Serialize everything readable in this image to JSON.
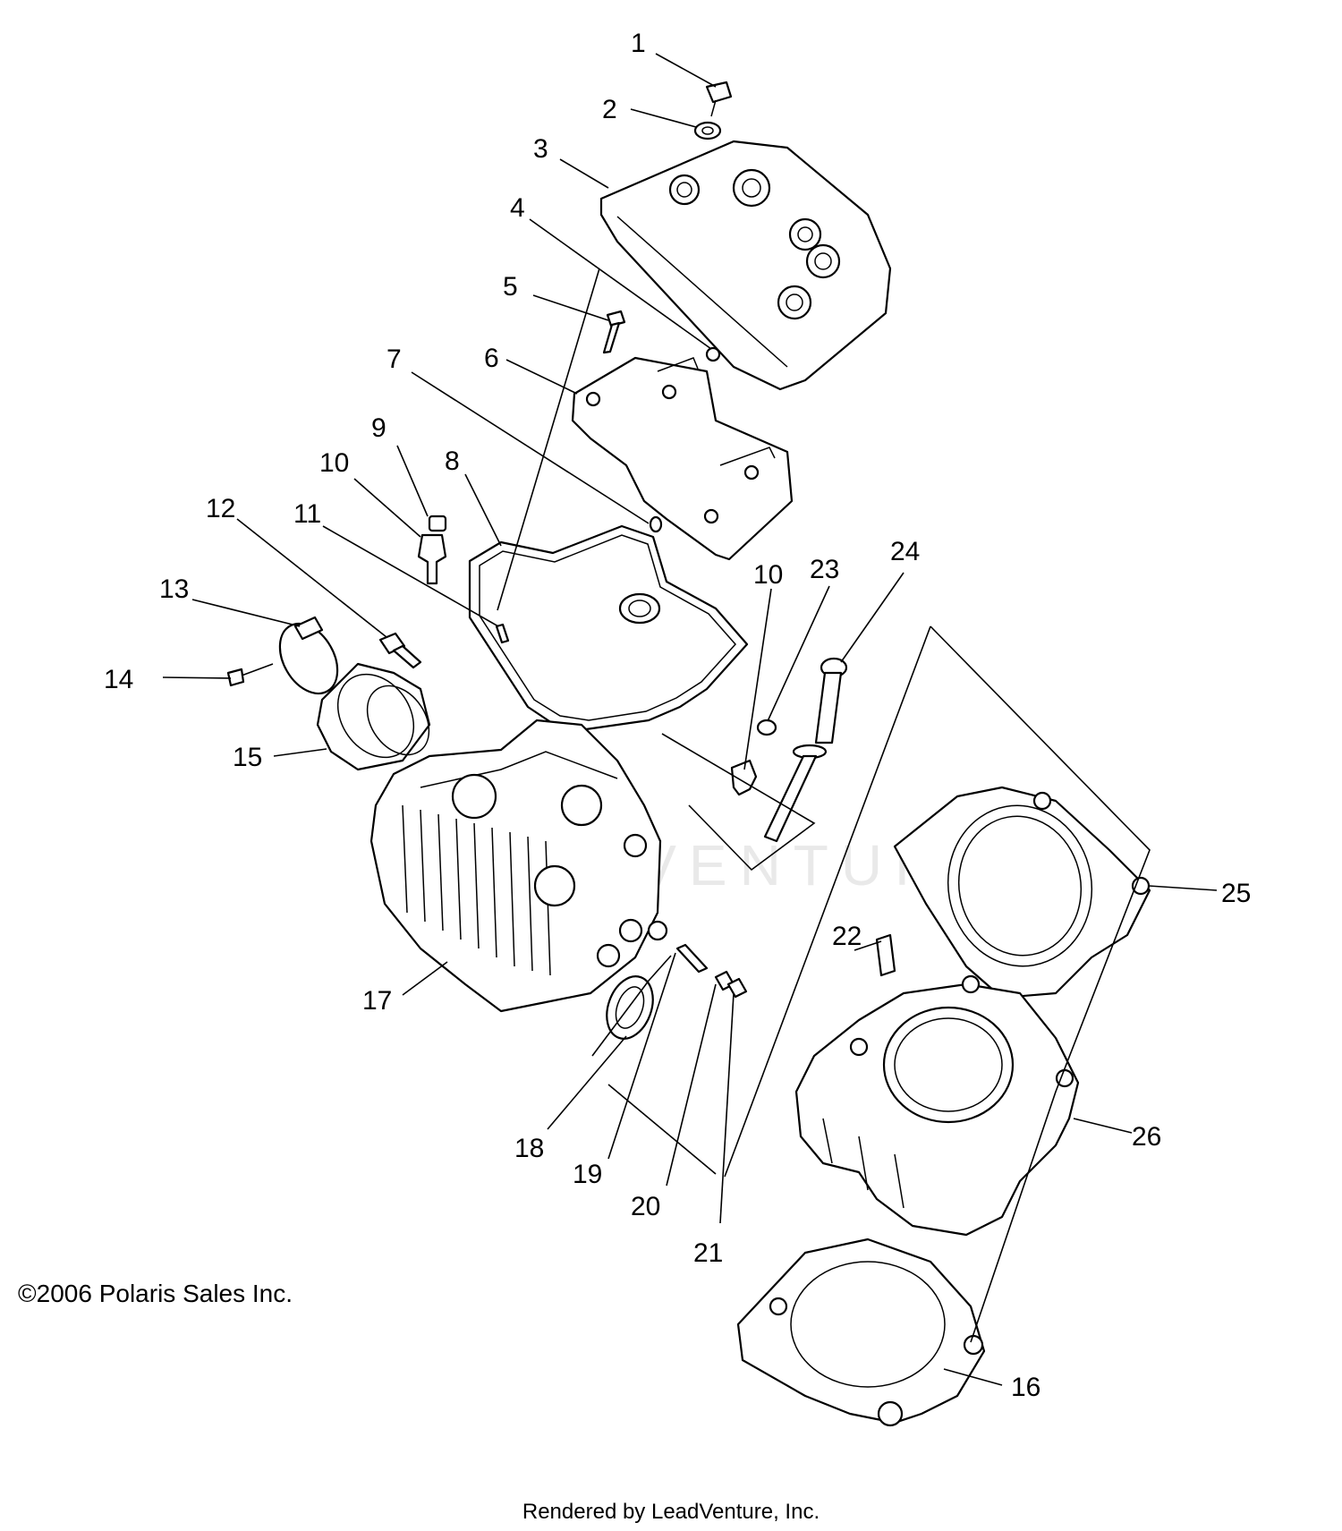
{
  "diagram": {
    "callouts": [
      "1",
      "2",
      "3",
      "4",
      "5",
      "6",
      "7",
      "8",
      "9",
      "10",
      "11",
      "12",
      "13",
      "14",
      "15",
      "16",
      "17",
      "18",
      "19",
      "20",
      "21",
      "22",
      "23",
      "24",
      "25",
      "26",
      "10"
    ],
    "copyright": "©2006 Polaris Sales Inc.",
    "footer": "Rendered by LeadVenture, Inc.",
    "watermark": "LEADVENTURE"
  },
  "colors": {
    "line": "#000000",
    "background": "#ffffff",
    "watermark": "#e9e9e9"
  }
}
